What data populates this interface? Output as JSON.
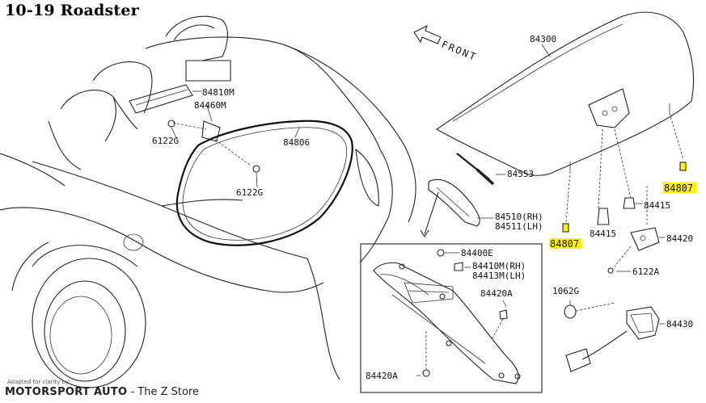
{
  "title": "10-19 Roadster",
  "footer": {
    "small": "Adapted for clarity by:",
    "brand": "MOTORSPORT AUTO",
    "tagline": " - The Z Store"
  },
  "direction_label": "FRONT",
  "highlight_color": "#fff200",
  "parts": {
    "p84300": "84300",
    "p84810m": "84810M",
    "p84460m": "84460M",
    "p6122g_a": "6122G",
    "p84806": "84806",
    "p6122g_b": "6122G",
    "p84553": "84553",
    "p84510": "84510(RH)",
    "p84511": "84511(LH)",
    "p84807_left": "84807",
    "p84807_right": "84807",
    "p84415_a": "84415",
    "p84415_b": "84415",
    "p84420": "84420",
    "p6122a": "6122A",
    "p1062g": "1062G",
    "p84430": "84430",
    "p84400e": "84400E",
    "p84410m": "84410M(RH)",
    "p84413m": "84413M(LH)",
    "p84420a_a": "84420A",
    "p84420a_b": "84420A"
  }
}
